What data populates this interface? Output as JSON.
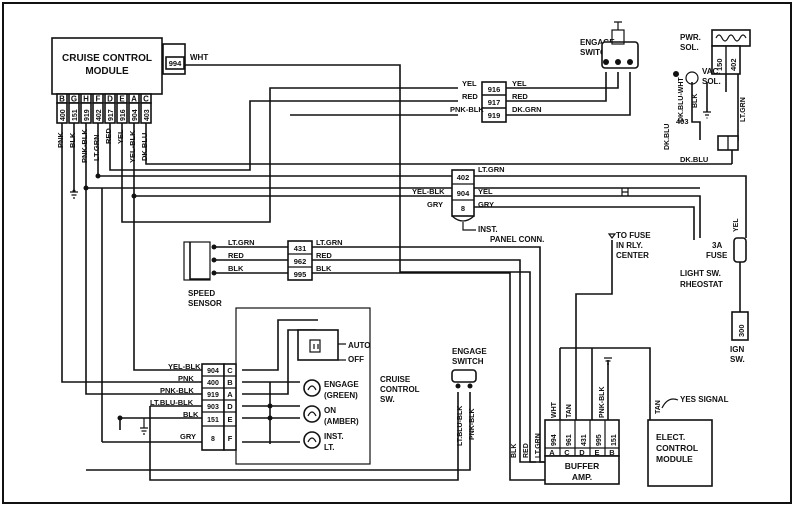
{
  "module": {
    "title1": "CRUISE CONTROL",
    "title2": "MODULE",
    "connector": "994",
    "connector_wire": "WHT",
    "pins": [
      "B",
      "G",
      "H",
      "F",
      "D",
      "E",
      "A",
      "C"
    ],
    "circuits": [
      "400",
      "151",
      "919",
      "402",
      "917",
      "916",
      "904",
      "403"
    ],
    "wires": [
      "PNK",
      "BLK",
      "PNK-BLK",
      "LT.GRN",
      "RED",
      "YEL",
      "YEL-BLK",
      "DK.BLU"
    ]
  },
  "engage_switch_top": {
    "label1": "ENGAGE",
    "label2": "SWITCH",
    "rows": [
      {
        "left": "YEL",
        "num": "916",
        "right": "YEL"
      },
      {
        "left": "RED",
        "num": "917",
        "right": "RED"
      },
      {
        "left": "PNK-BLK",
        "num": "919",
        "right": "DK.GRN"
      }
    ]
  },
  "power_solenoid": {
    "label1": "PWR.",
    "label2": "SOL.",
    "num_left": "150",
    "num_right": "402",
    "vac_label1": "VAC.",
    "vac_label2": "SOL.",
    "wire_blk_blu_wht": "DK.BLU-WHT",
    "wire_blk": "BLK",
    "wire_lt_grn": "LT.GRN",
    "wire_dk_blu_side": "DK.BLU",
    "circuit_403": "403",
    "wire_dk_blu": "DK.BLU"
  },
  "instrument_panel": {
    "rows": [
      {
        "left": "",
        "num": "402",
        "right": "LT.GRN"
      },
      {
        "left": "YEL-BLK",
        "num": "904",
        "right": "YEL"
      },
      {
        "left": "GRY",
        "num": "8",
        "right": "GRY"
      }
    ],
    "label1": "INST.",
    "label2": "PANEL CONN."
  },
  "fuse": {
    "wire": "YEL",
    "label1": "3A",
    "label2": "FUSE",
    "ign_num": "300",
    "ign_label1": "IGN",
    "ign_label2": "SW."
  },
  "light_sw": {
    "label1": "LIGHT SW.",
    "label2": "RHEOSTAT"
  },
  "to_fuse": {
    "label1": "TO FUSE",
    "label2": "IN RLY.",
    "label3": "CENTER"
  },
  "speed_sensor": {
    "label1": "SPEED",
    "label2": "SENSOR",
    "rows": [
      {
        "left": "LT.GRN",
        "num": "431",
        "right": "LT.GRN"
      },
      {
        "left": "RED",
        "num": "962",
        "right": "RED"
      },
      {
        "left": "BLK",
        "num": "995",
        "right": "BLK"
      }
    ]
  },
  "cruise_switch": {
    "label1": "CRUISE",
    "label2": "CONTROL",
    "label3": "SW.",
    "auto": "AUTO",
    "off": "OFF",
    "rows": [
      {
        "wire": "YEL-BLK",
        "num": "904",
        "pin": "C"
      },
      {
        "wire": "PNK",
        "num": "400",
        "pin": "B"
      },
      {
        "wire": "PNK-BLK",
        "num": "919",
        "pin": "A"
      },
      {
        "wire": "LT.BLU-BLK",
        "num": "903",
        "pin": "D"
      },
      {
        "wire": "BLK",
        "num": "151",
        "pin": "E"
      },
      {
        "wire": "GRY",
        "num": "8",
        "pin": "F"
      }
    ],
    "lamps": [
      {
        "l1": "ENGAGE",
        "l2": "(GREEN)"
      },
      {
        "l1": "ON",
        "l2": "(AMBER)"
      },
      {
        "l1": "INST.",
        "l2": "LT."
      }
    ]
  },
  "engage_switch_low": {
    "label1": "ENGAGE",
    "label2": "SWITCH",
    "wire_left": "LT.BLU-BLK",
    "wire_right": "PNK-BLK"
  },
  "buffer_amp": {
    "label1": "BUFFER",
    "label2": "AMP.",
    "nums": [
      "994",
      "961",
      "431",
      "995",
      "151"
    ],
    "pins": [
      "A",
      "C",
      "D",
      "E",
      "B"
    ],
    "wires_top": [
      "WHT",
      "TAN",
      "PNK-BLK"
    ],
    "wires_bottom": [
      "BLK",
      "RED",
      "LT.GRN"
    ],
    "wire_tan": "TAN"
  },
  "elect_module": {
    "label1": "ELECT.",
    "label2": "CONTROL",
    "label3": "MODULE",
    "yes_signal": "YES SIGNAL"
  }
}
